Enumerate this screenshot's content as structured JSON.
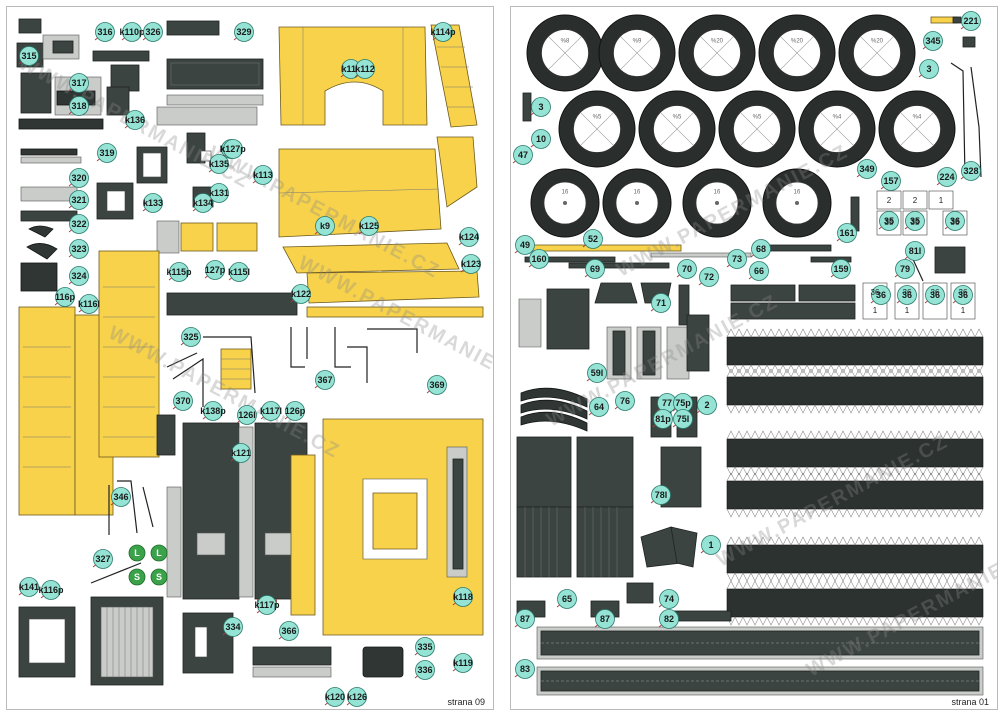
{
  "watermark": "WWW.PAPERMANIE.CZ",
  "left_sheet": {
    "page_label": "strana 09",
    "badges": [
      "315",
      "316",
      "k110p",
      "326",
      "329",
      "k114p",
      "317",
      "k111",
      "k112",
      "318",
      "k136",
      "319",
      "k127l",
      "k127p",
      "k135",
      "k113",
      "320",
      "321",
      "k133",
      "k134",
      "k131",
      "k125",
      "322",
      "k9",
      "k124",
      "323",
      "k115p",
      "127p",
      "k115l",
      "k123",
      "324",
      "116p",
      "k116l",
      "k122",
      "325",
      "367",
      "369",
      "370",
      "k138p",
      "126l",
      "k117l",
      "126p",
      "k121",
      "346",
      "327",
      "k141",
      "k116p",
      "k117p",
      "334",
      "366",
      "335",
      "336",
      "k119",
      "k118",
      "k120",
      "k126"
    ],
    "green_badges": [
      "L",
      "L",
      "S",
      "S"
    ]
  },
  "right_sheet": {
    "page_label": "strana 01",
    "badges": [
      "221",
      "345",
      "3",
      "3",
      "10",
      "47",
      "349",
      "157",
      "224",
      "328",
      "161",
      "81l",
      "79",
      "49",
      "52",
      "160",
      "69",
      "70",
      "72",
      "73",
      "68",
      "66",
      "159",
      "36",
      "36",
      "36",
      "36",
      "35",
      "35",
      "36",
      "71",
      "59l",
      "76",
      "64",
      "77",
      "75p",
      "81p",
      "75l",
      "78l",
      "1",
      "2",
      "65",
      "87",
      "87",
      "74",
      "82",
      "83"
    ],
    "tire_labels": [
      "%8",
      "%9",
      "%20",
      "%20",
      "%20",
      "%5",
      "%5",
      "%5",
      "%4",
      "%4",
      "16",
      "16",
      "16",
      "16"
    ],
    "box_numbers": [
      "2",
      "2",
      "1",
      "35",
      "35",
      "36",
      "36",
      "36",
      "36",
      "36",
      "1",
      "1",
      "1"
    ]
  }
}
